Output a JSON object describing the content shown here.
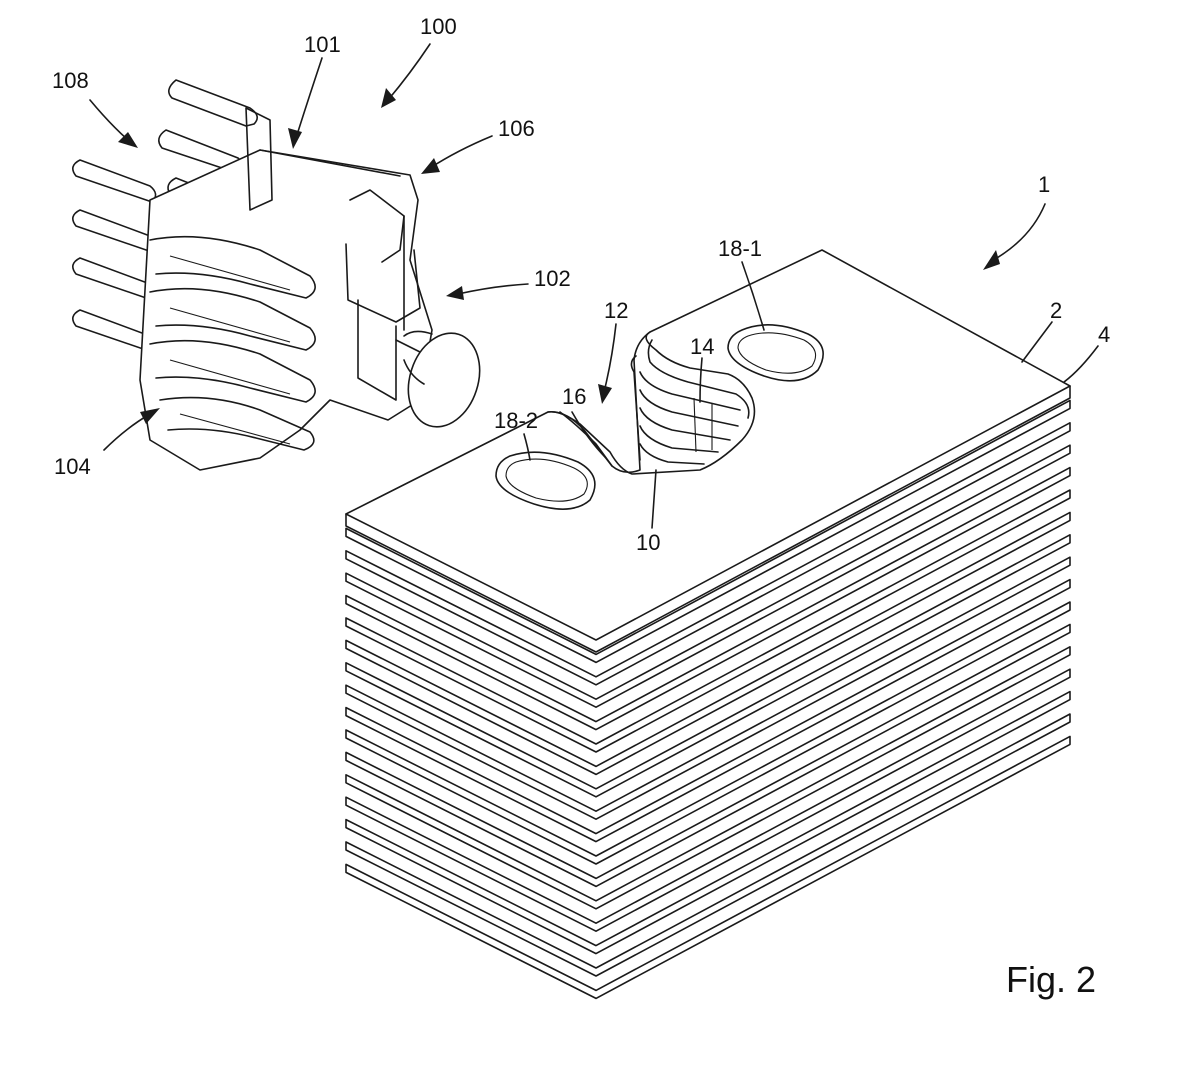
{
  "figure": {
    "title": "Fig. 2",
    "reference_numerals": {
      "r1": "1",
      "r2": "2",
      "r4": "4",
      "r10": "10",
      "r12": "12",
      "r14": "14",
      "r16": "16",
      "r18_1": "18-1",
      "r18_2": "18-2",
      "r100": "100",
      "r101": "101",
      "r102": "102",
      "r104": "104",
      "r106": "106",
      "r108": "108"
    }
  },
  "stack": {
    "layer_count": 17
  }
}
